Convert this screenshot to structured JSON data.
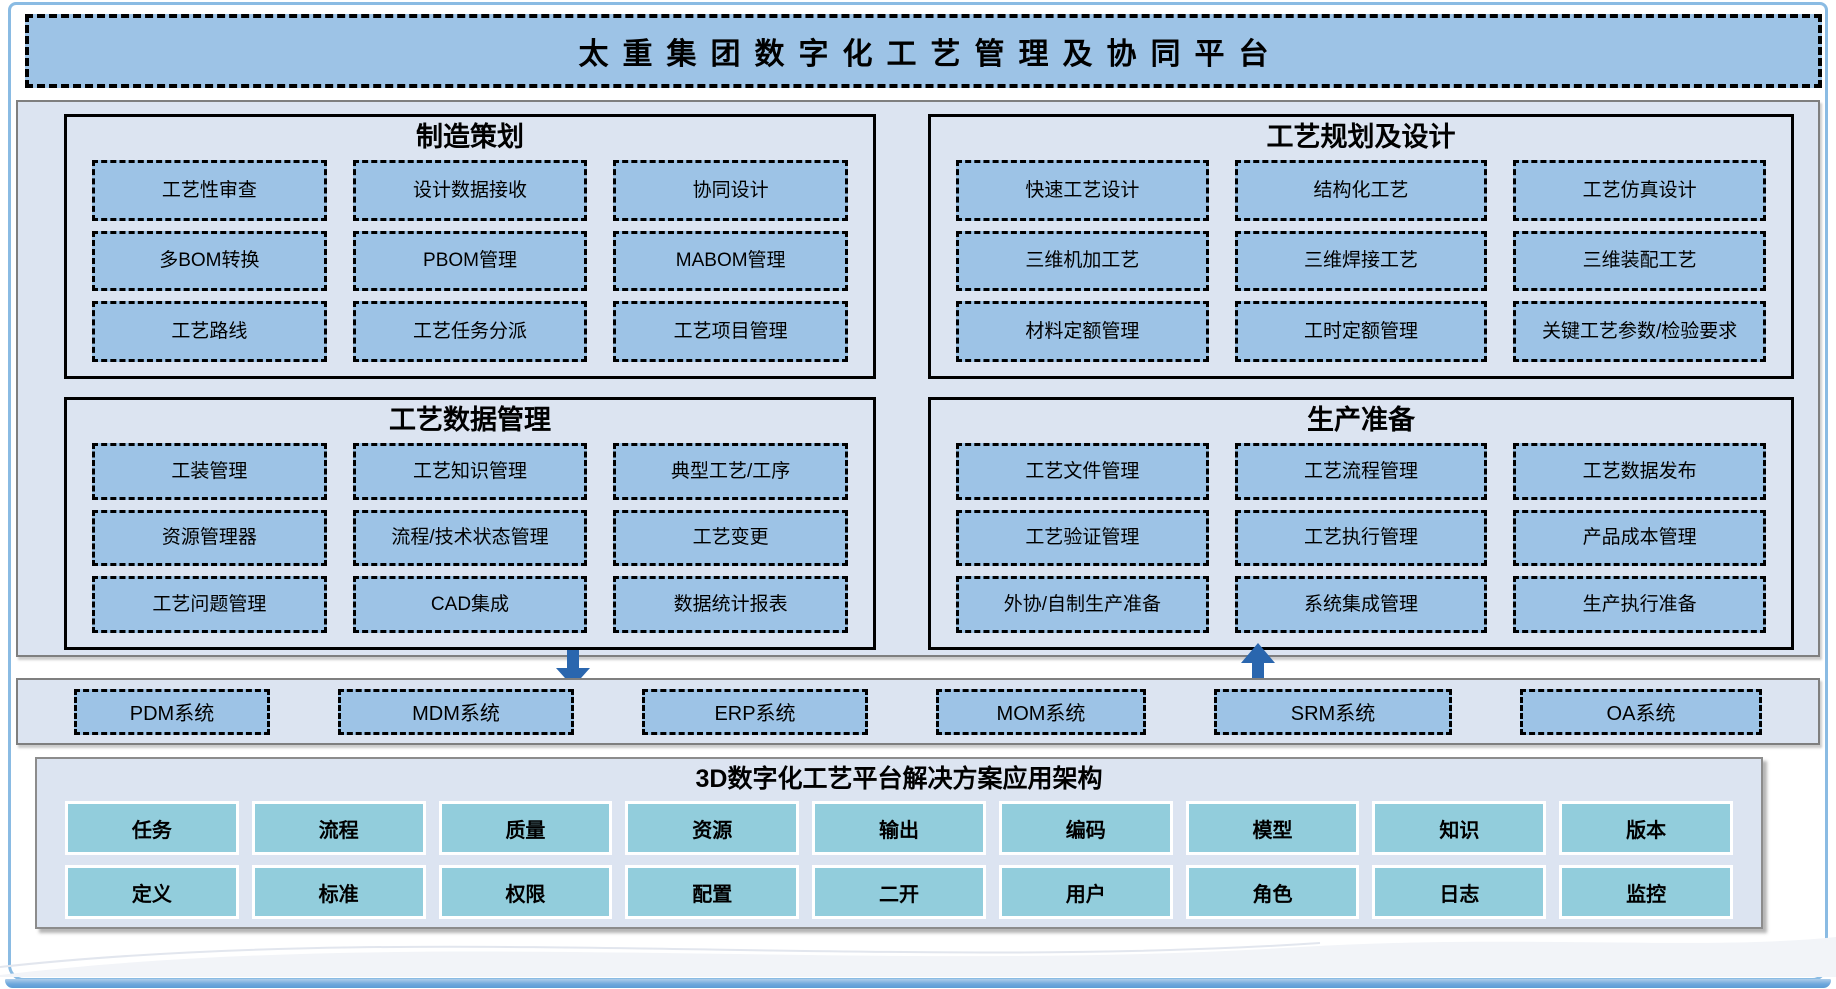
{
  "banner": {
    "title": "太重集团数字化工艺管理及协同平台"
  },
  "sections": [
    {
      "id": "manufacturing-planning",
      "title": "制造策划",
      "items": [
        "工艺性审查",
        "设计数据接收",
        "协同设计",
        "多BOM转换",
        "PBOM管理",
        "MABOM管理",
        "工艺路线",
        "工艺任务分派",
        "工艺项目管理"
      ]
    },
    {
      "id": "process-planning-and-design",
      "title": "工艺规划及设计",
      "items": [
        "快速工艺设计",
        "结构化工艺",
        "工艺仿真设计",
        "三维机加工艺",
        "三维焊接工艺",
        "三维装配工艺",
        "材料定额管理",
        "工时定额管理",
        "关键工艺参数/检验要求"
      ]
    },
    {
      "id": "process-data-management",
      "title": "工艺数据管理",
      "items": [
        "工装管理",
        "工艺知识管理",
        "典型工艺/工序",
        "资源管理器",
        "流程/技术状态管理",
        "工艺变更",
        "工艺问题管理",
        "CAD集成",
        "数据统计报表"
      ]
    },
    {
      "id": "production-preparation",
      "title": "生产准备",
      "items": [
        "工艺文件管理",
        "工艺流程管理",
        "工艺数据发布",
        "工艺验证管理",
        "工艺执行管理",
        "产品成本管理",
        "外协/自制生产准备",
        "系统集成管理",
        "生产执行准备"
      ]
    }
  ],
  "external_systems": [
    "PDM系统",
    "MDM系统",
    "ERP系统",
    "MOM系统",
    "SRM系统",
    "OA系统"
  ],
  "platform": {
    "title": "3D数字化工艺平台解决方案应用架构",
    "row1": [
      "任务",
      "流程",
      "质量",
      "资源",
      "输出",
      "编码",
      "模型",
      "知识",
      "版本"
    ],
    "row2": [
      "定义",
      "标准",
      "权限",
      "配置",
      "二开",
      "用户",
      "角色",
      "日志",
      "监控"
    ]
  },
  "icons": {
    "down_arrow": "solid blue arrow pointing down into MDM system box",
    "up_arrow": "solid blue arrow pointing up from SRM system box"
  },
  "colors": {
    "module_fill": "#9DC3E6",
    "panel_fill": "#DCE4F1",
    "capability_fill": "#92CDDC",
    "frame_blue": "#8ABBE3",
    "arrow_blue": "#2A66AE",
    "border_grey": "#7F7F7F"
  }
}
